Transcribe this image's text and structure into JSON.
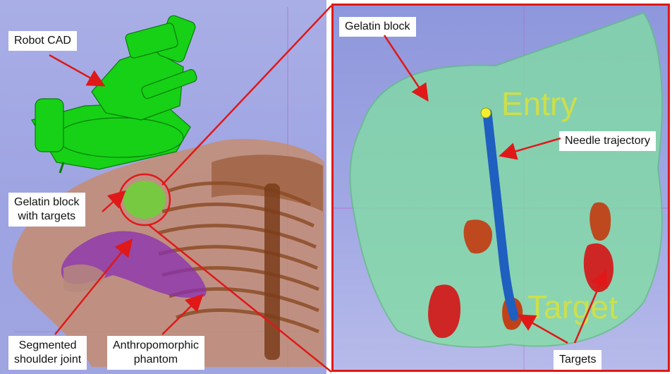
{
  "labels": {
    "robot_cad": "Robot CAD",
    "gelatin_with_targets_line1": "Gelatin block",
    "gelatin_with_targets_line2": "with targets",
    "segmented_line1": "Segmented",
    "segmented_line2": "shoulder joint",
    "anthropomorphic_line1": "Anthropomorphic",
    "anthropomorphic_line2": "phantom",
    "gelatin_block": "Gelatin block",
    "needle_trajectory": "Needle trajectory",
    "targets": "Targets",
    "entry": "Entry",
    "target": "Target"
  },
  "colors": {
    "arrow": "#e01818",
    "robot": "#16d116",
    "gelatin": "#7fe0a0",
    "needle": "#1f5fbf",
    "target": "#c43a10",
    "phantom": "#c98a62"
  }
}
